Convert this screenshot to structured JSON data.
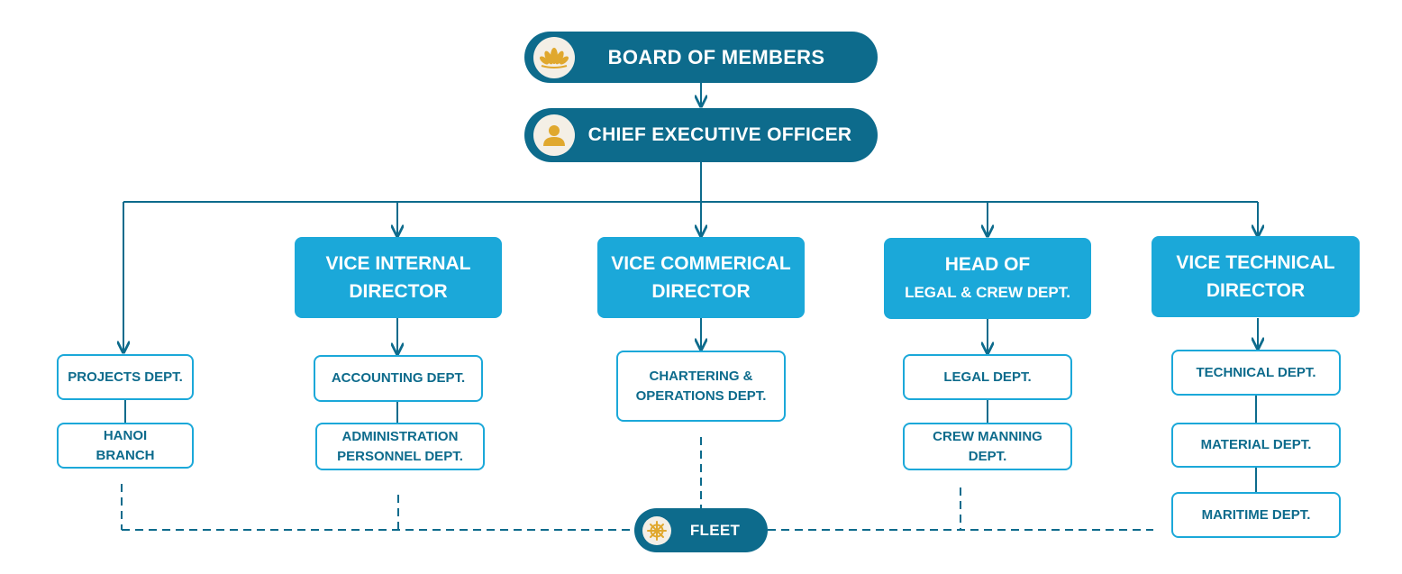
{
  "top": {
    "board": "BOARD OF MEMBERS",
    "ceo": "CHIEF EXECUTIVE OFFICER"
  },
  "directors": [
    {
      "line1": "VICE INTERNAL",
      "line2": "DIRECTOR"
    },
    {
      "line1": "VICE COMMERICAL",
      "line2": "DIRECTOR"
    },
    {
      "line1": "HEAD OF",
      "line2": "LEGAL & CREW DEPT."
    },
    {
      "line1": "VICE TECHNICAL",
      "line2": "DIRECTOR"
    }
  ],
  "departments": {
    "projects": "PROJECTS DEPT.",
    "hanoi_1": "HANOI",
    "hanoi_2": "BRANCH",
    "accounting": "ACCOUNTING DEPT.",
    "admin_1": "ADMINISTRATION",
    "admin_2": "PERSONNEL DEPT.",
    "chartering_1": "CHARTERING &",
    "chartering_2": "OPERATIONS DEPT.",
    "legal": "LEGAL DEPT.",
    "crew_1": "CREW MANNING",
    "crew_2": "DEPT.",
    "technical": "TECHNICAL DEPT.",
    "material": "MATERIAL DEPT.",
    "maritime": "MARITIME DEPT."
  },
  "fleet": "FLEET",
  "colors": {
    "dark_blue": "#0d6b8c",
    "light_blue": "#1ba8d9",
    "icon_gold": "#e0a82e",
    "badge_bg": "#f4efe6"
  },
  "icons": {
    "board": "lotus-icon",
    "ceo": "person-icon",
    "fleet": "ship-wheel-icon"
  }
}
